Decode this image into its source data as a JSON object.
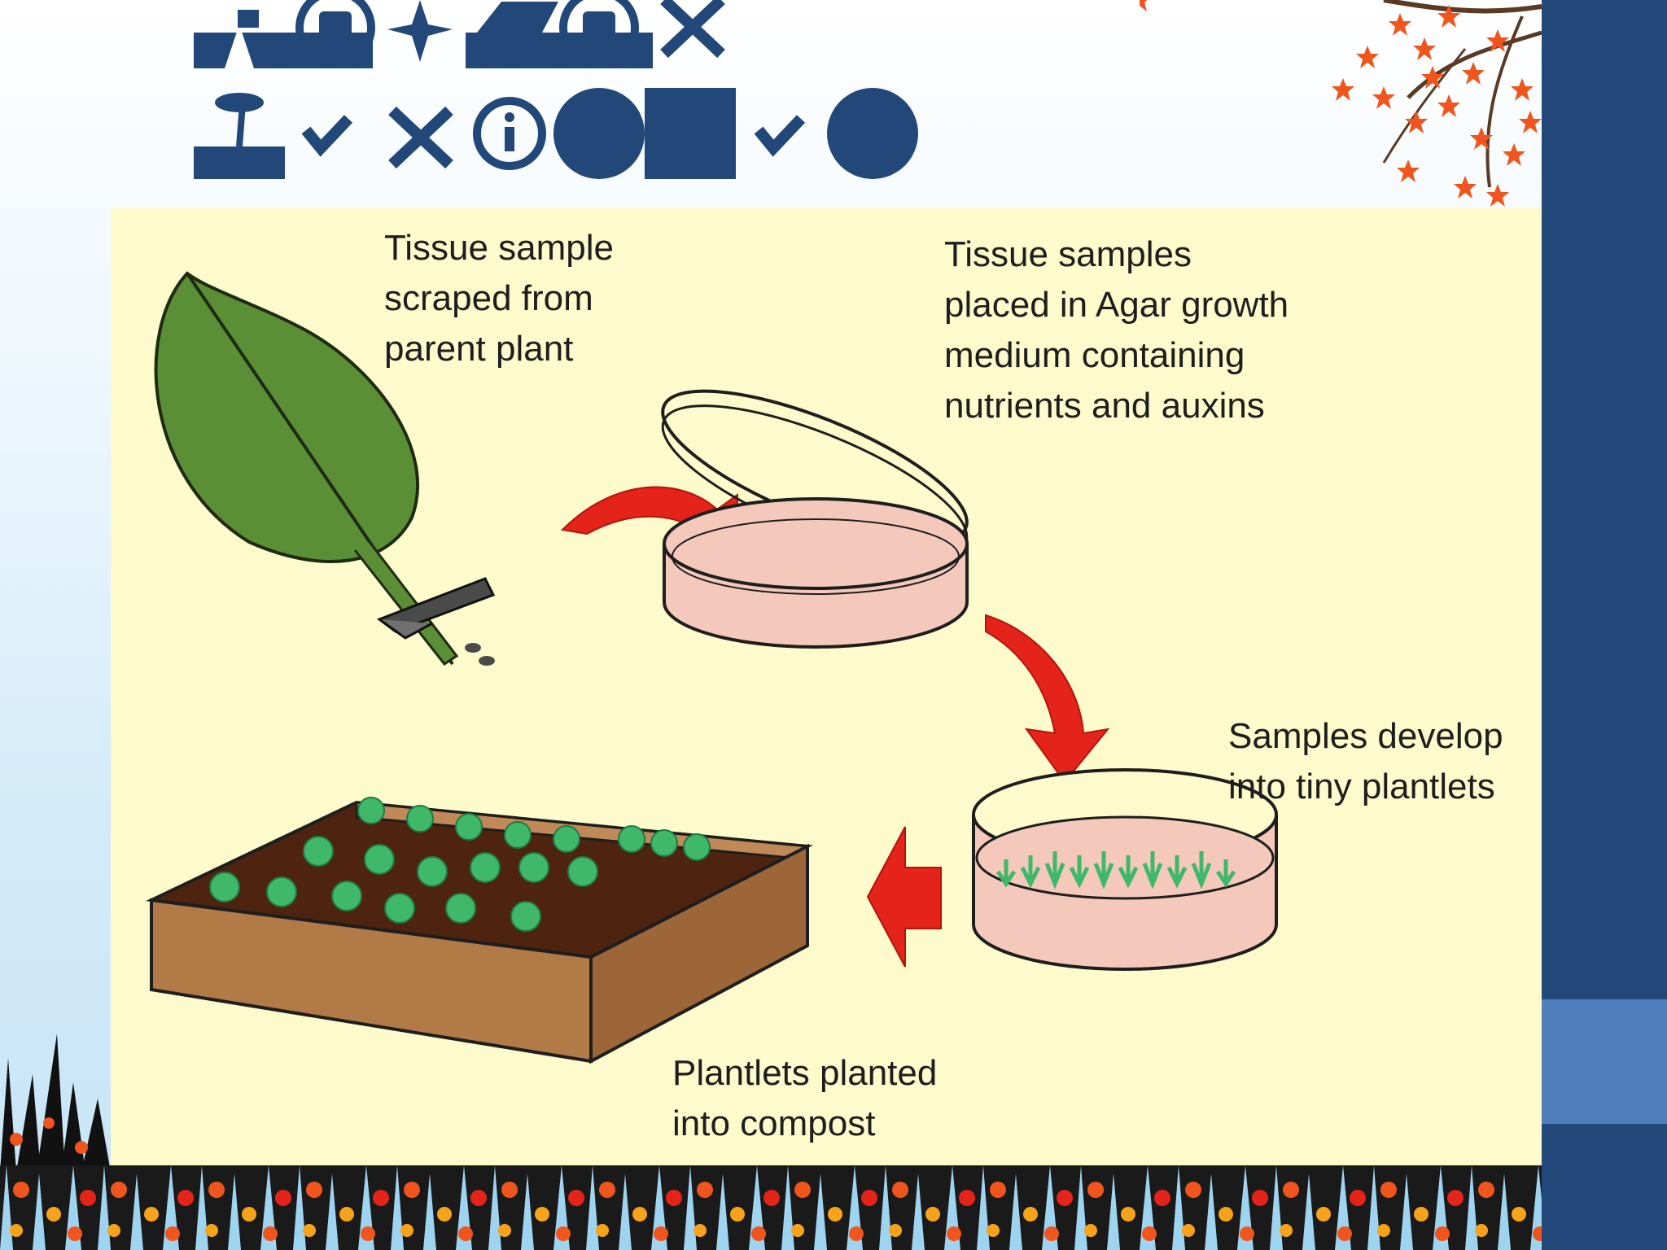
{
  "diagram": {
    "captions": {
      "tissue_sample": "Tissue sample\nscraped from\nparent plant",
      "agar": "Tissue samples\nplaced in Agar growth\nmedium containing\nnutrients and auxins",
      "develop": "Samples develop\ninto tiny plantlets",
      "planted": "Plantlets planted\ninto compost"
    }
  },
  "title_icons": [
    "road-icon",
    "bus-icon",
    "compass-star-icon",
    "train-icon",
    "bus-icon",
    "close-icon",
    "island-icon",
    "check-icon",
    "close-icon",
    "info-icon",
    "circle-icon",
    "square-icon",
    "check-icon",
    "circle-icon"
  ],
  "colors": {
    "theme_dark": "#22487a",
    "theme_accent": "#4f80bd",
    "panel": "#fdfbcb",
    "leaf": "#5a8f36",
    "arrow": "#e4231a",
    "dish": "#f4c9bb",
    "box": "#b27a47",
    "soil": "#4e2410",
    "plantlet": "#3fb86a"
  }
}
